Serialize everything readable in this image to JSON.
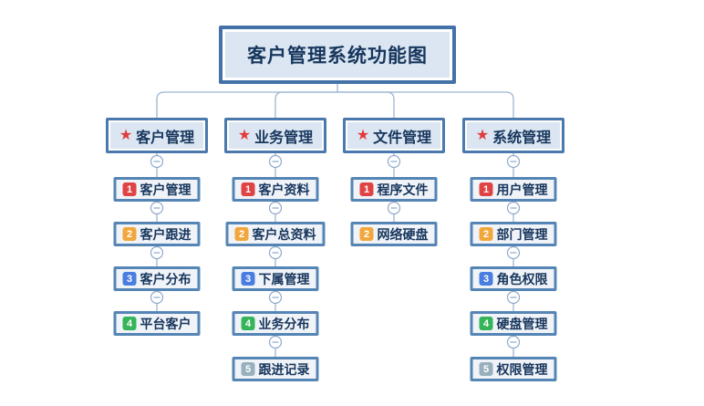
{
  "title": {
    "label": "客户管理系统功能图"
  },
  "icons": {
    "star": "★",
    "collapse": "collapse-minus"
  },
  "colors": {
    "node_border": "#4a79ad",
    "title_border": "#4472a8",
    "node_fill": "#dbe6f2",
    "leaf_fill": "#f0f3f8",
    "leaf_border": "#5585b5",
    "text": "#17365d",
    "star": "#e23b3b",
    "connector": "#9db5d2",
    "toggle_ring": "#8ea9c9",
    "badge_red": "#e04343",
    "badge_orange": "#f2a73d",
    "badge_blue": "#4a7de0",
    "badge_green": "#35b55a",
    "badge_slate": "#98b0bd"
  },
  "branches": [
    {
      "label": "客户管理",
      "children": [
        {
          "num": "1",
          "label": "客户管理",
          "color": "#e04343"
        },
        {
          "num": "2",
          "label": "客户跟进",
          "color": "#f2a73d"
        },
        {
          "num": "3",
          "label": "客户分布",
          "color": "#4a7de0"
        },
        {
          "num": "4",
          "label": "平台客户",
          "color": "#35b55a"
        }
      ]
    },
    {
      "label": "业务管理",
      "children": [
        {
          "num": "1",
          "label": "客户资料",
          "color": "#e04343"
        },
        {
          "num": "2",
          "label": "客户总资料",
          "color": "#f2a73d"
        },
        {
          "num": "3",
          "label": "下属管理",
          "color": "#4a7de0"
        },
        {
          "num": "4",
          "label": "业务分布",
          "color": "#35b55a"
        },
        {
          "num": "5",
          "label": "跟进记录",
          "color": "#98b0bd"
        }
      ]
    },
    {
      "label": "文件管理",
      "children": [
        {
          "num": "1",
          "label": "程序文件",
          "color": "#e04343"
        },
        {
          "num": "2",
          "label": "网络硬盘",
          "color": "#f2a73d"
        }
      ]
    },
    {
      "label": "系统管理",
      "children": [
        {
          "num": "1",
          "label": "用户管理",
          "color": "#e04343"
        },
        {
          "num": "2",
          "label": "部门管理",
          "color": "#f2a73d"
        },
        {
          "num": "3",
          "label": "角色权限",
          "color": "#4a7de0"
        },
        {
          "num": "4",
          "label": "硬盘管理",
          "color": "#35b55a"
        },
        {
          "num": "5",
          "label": "权限管理",
          "color": "#98b0bd"
        }
      ]
    }
  ]
}
